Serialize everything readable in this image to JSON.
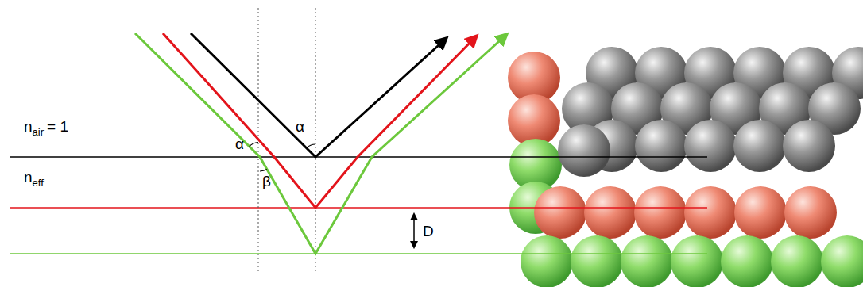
{
  "diagram": {
    "labels": [
      "n",
      "air",
      "= 1",
      "n",
      "eff",
      "α",
      "α",
      "β",
      "D"
    ]
  }
}
